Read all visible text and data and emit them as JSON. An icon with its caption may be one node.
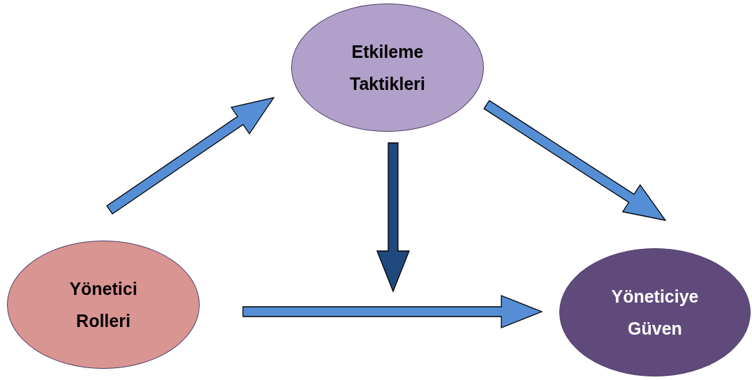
{
  "diagram": {
    "nodes": [
      {
        "text": [
          "Etkileme Taktikleri"
        ]
      },
      {
        "text": [
          "Yönetici Rolleri"
        ]
      },
      {
        "text": [
          "Yöneticiye Güven"
        ]
      }
    ],
    "edges": [
      {
        "from": 1,
        "to": 0,
        "arrow": "to"
      },
      {
        "from": 0,
        "to": 2,
        "arrow": "to"
      },
      {
        "from": 0,
        "to": null,
        "arrow": "to",
        "color": "#1f497d"
      },
      {
        "from": 1,
        "to": 2,
        "arrow": "to"
      }
    ]
  }
}
